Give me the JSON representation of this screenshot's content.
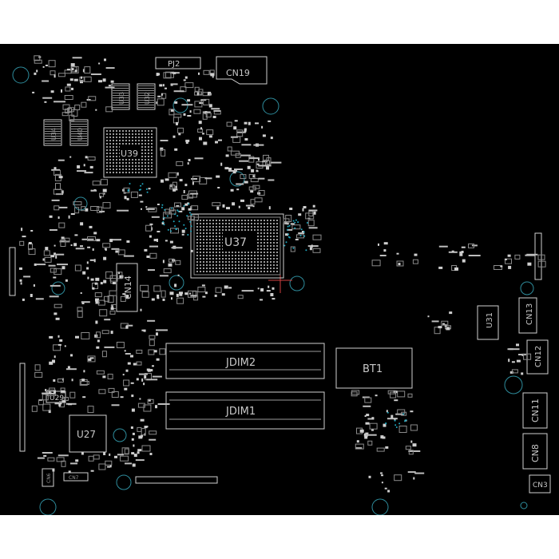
{
  "board": {
    "background": "#000000",
    "silkscreen_color": "#d0d0d0",
    "hole_color": "#2e8c9c",
    "via_color": "#1fa8c0"
  },
  "components": {
    "u37": "U37",
    "u39": "U39",
    "u27": "U27",
    "u29": "U29",
    "u31": "U31",
    "u33": "U33",
    "u32": "U32",
    "u34": "U34",
    "u40": "U40",
    "pj2": "PJ2",
    "cn19": "CN19",
    "cn14": "CN14",
    "cn13": "CN13",
    "cn12": "CN12",
    "cn11": "CN11",
    "cn8": "CN8",
    "cn3": "CN3",
    "jdim1": "JDIM1",
    "jdim2": "JDIM2",
    "bt1": "BT1",
    "cn6": "CN6",
    "cn7": "CN7"
  }
}
